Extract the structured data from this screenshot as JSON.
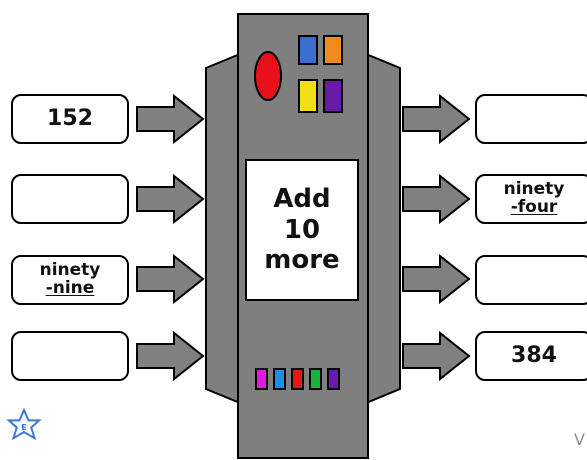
{
  "machine": {
    "label": "Add\n10\nmore"
  },
  "inputs": [
    {
      "line1": "152",
      "line2": ""
    },
    {
      "line1": "",
      "line2": ""
    },
    {
      "line1": "ninety",
      "line2": "-nine"
    },
    {
      "line1": "",
      "line2": ""
    }
  ],
  "outputs": [
    {
      "line1": "",
      "line2": ""
    },
    {
      "line1": "ninety",
      "line2": "-four"
    },
    {
      "line1": "",
      "line2": ""
    },
    {
      "line1": "384",
      "line2": ""
    }
  ],
  "badge": {
    "letter": "E",
    "color": "#3a78d8"
  },
  "footer": {
    "text": "V"
  },
  "colors": {
    "machine_body": "#7f7f7f",
    "arrow": "#808080",
    "top_buttons": [
      "#3a6fd1",
      "#f28a1c",
      "#f2e017",
      "#6a1aa8"
    ],
    "red_button": "#e8101a",
    "bottom_lights": [
      "#e01adf",
      "#1a8fe8",
      "#e51616",
      "#1ab23c",
      "#6a1aa8"
    ]
  }
}
